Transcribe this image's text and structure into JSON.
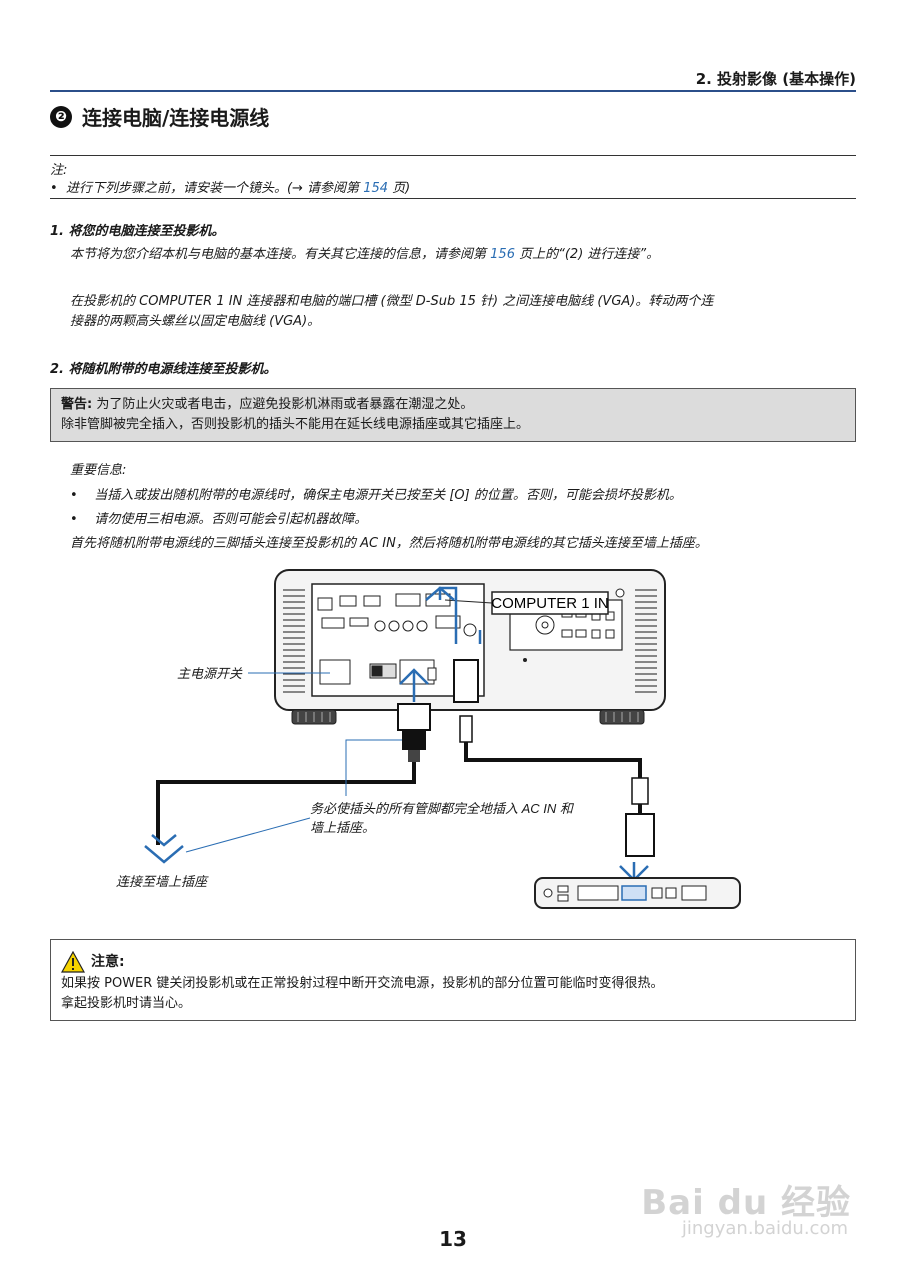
{
  "header": {
    "chapter": "2. 投射影像 (基本操作)"
  },
  "section": {
    "number": "❷",
    "title": "连接电脑/连接电源线"
  },
  "note": {
    "label": "注:",
    "item": "进行下列步骤之前，请安装一个镜头。(→ 请参阅第",
    "page": "154",
    "suffix": "页)"
  },
  "step1": {
    "title": "1.  将您的电脑连接至投影机。",
    "p1_before": "本节将为您介绍本机与电脑的基本连接。有关其它连接的信息，请参阅第",
    "p1_page": "156",
    "p1_after": "页上的“(2) 进行连接”。",
    "p2_line1": "在投影机的 COMPUTER 1 IN 连接器和电脑的端口槽 (微型 D-Sub 15 针) 之间连接电脑线 (VGA)。转动两个连",
    "p2_line2": "接器的两颗高头螺丝以固定电脑线 (VGA)。"
  },
  "step2": {
    "title": "2.  将随机附带的电源线连接至投影机。"
  },
  "warning": {
    "label": "警告:",
    "line1": "为了防止火灾或者电击，应避免投影机淋雨或者暴露在潮湿之处。",
    "line2": "除非管脚被完全插入，否则投影机的插头不能用在延长线电源插座或其它插座上。"
  },
  "important": {
    "label": "重要信息:",
    "bullets": [
      "当插入或拔出随机附带的电源线时，确保主电源开关已按至关 [O] 的位置。否则，可能会损坏投影机。",
      "请勿使用三相电源。否则可能会引起机器故障。"
    ],
    "paragraph": "首先将随机附带电源线的三脚插头连接至投影机的 AC IN，然后将随机附带电源线的其它插头连接至墙上插座。"
  },
  "diagram": {
    "callout_computer": "COMPUTER 1 IN",
    "label_main_power": "主电源开关",
    "label_plug_line1": "务必使插头的所有管脚都完全地插入 AC IN 和",
    "label_plug_line2": "墙上插座。",
    "label_wall": "连接至墙上插座"
  },
  "caution": {
    "label": "注意:",
    "line1": "如果按 POWER 键关闭投影机或在正常投射过程中断开交流电源，投影机的部分位置可能临时变得很热。",
    "line2": "拿起投影机时请当心。"
  },
  "footer": {
    "page_number": "13"
  },
  "watermark": {
    "brand": "Bai du 经验",
    "url": "jingyan.baidu.com"
  }
}
